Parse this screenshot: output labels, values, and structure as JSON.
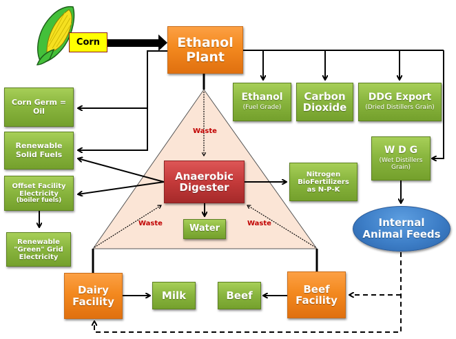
{
  "diagram": {
    "title": "Ethanol Plant Integrated Process Flow",
    "colors": {
      "product_box": "#8ab63f",
      "facility_box": "#f3891f",
      "digester_box": "#c43a3a",
      "feed_ellipse": "#3d7ec7",
      "triangle_fill": "#fbe5d6",
      "waste_label": "#c00000",
      "corn_label": "#ffff00"
    },
    "input": {
      "label": "Corn",
      "icon": "corn-icon"
    },
    "nodes": {
      "ethanol_plant": {
        "line1": "Ethanol",
        "line2": "Plant"
      },
      "ethanol": {
        "title": "Ethanol",
        "subtitle": "(Fuel Grade)"
      },
      "carbon_dioxide": {
        "line1": "Carbon",
        "line2": "Dioxide"
      },
      "ddg_export": {
        "title": "DDG Export",
        "subtitle": "(Dried Distillers Grain)"
      },
      "wdg": {
        "title": "W D G",
        "subtitle1": "(Wet Distillers",
        "subtitle2": "Grain)"
      },
      "corn_germ": {
        "line1": "Corn Germ =",
        "line2": "Oil"
      },
      "renewable_solid_fuels": {
        "line1": "Renewable",
        "line2": "Solid Fuels"
      },
      "offset_facility": {
        "line1": "Offset Facility",
        "line2": "Electricity",
        "line3": "(boiler fuels)"
      },
      "green_grid": {
        "line1": "Renewable",
        "line2": "\"Green\" Grid",
        "line3": "Electricity"
      },
      "anaerobic_digester": {
        "line1": "Anaerobic",
        "line2": "Digester"
      },
      "water": {
        "label": "Water"
      },
      "nitrogen": {
        "line1": "Nitrogen",
        "line2": "BioFertilizers",
        "line3": "as N-P-K"
      },
      "internal_feeds": {
        "line1": "Internal",
        "line2": "Animal Feeds"
      },
      "dairy_facility": {
        "line1": "Dairy",
        "line2": "Facility"
      },
      "milk": {
        "label": "Milk"
      },
      "beef": {
        "label": "Beef"
      },
      "beef_facility": {
        "line1": "Beef",
        "line2": "Facility"
      }
    },
    "waste_labels": {
      "top": "Waste",
      "left": "Waste",
      "right": "Waste"
    }
  }
}
